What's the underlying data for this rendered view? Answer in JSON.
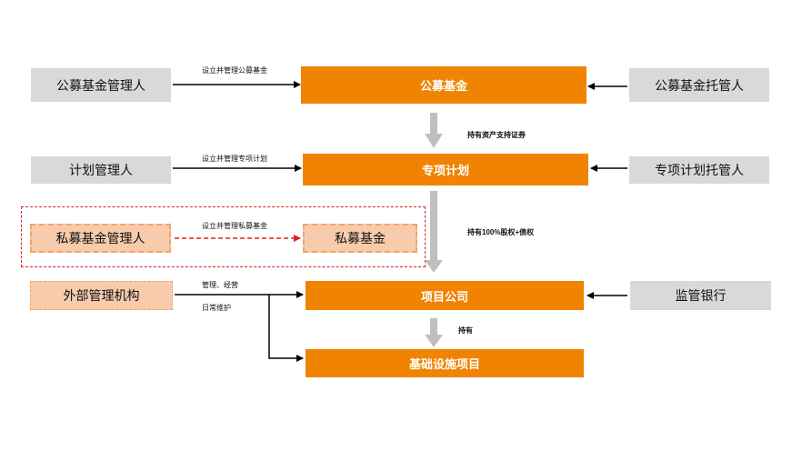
{
  "nodes": {
    "public_fund_manager": "公募基金管理人",
    "public_fund": "公募基金",
    "public_fund_custodian": "公募基金托管人",
    "plan_manager": "计划管理人",
    "special_plan": "专项计划",
    "special_plan_custodian": "专项计划托管人",
    "private_fund_manager": "私募基金管理人",
    "private_fund": "私募基金",
    "external_manager": "外部管理机构",
    "project_company": "项目公司",
    "supervising_bank": "监管银行",
    "infrastructure_project": "基础设施项目"
  },
  "edges": {
    "set_manage_public": "设立并管理公募基金",
    "hold_abs": "持有资产支持证券",
    "set_manage_plan": "设立并管理专项计划",
    "set_manage_private": "设立并管理私募基金",
    "hold_equity_debt": "持有100%股权+债权",
    "manage_operate": "管理、经营",
    "daily_maintenance": "日常维护",
    "hold": "持有"
  },
  "colors": {
    "orange": "#f08300",
    "gray": "#d9d9d9",
    "peach": "#f8cbad",
    "red_dashed": "#e02020",
    "arrow_gray": "#bfbfbf"
  }
}
